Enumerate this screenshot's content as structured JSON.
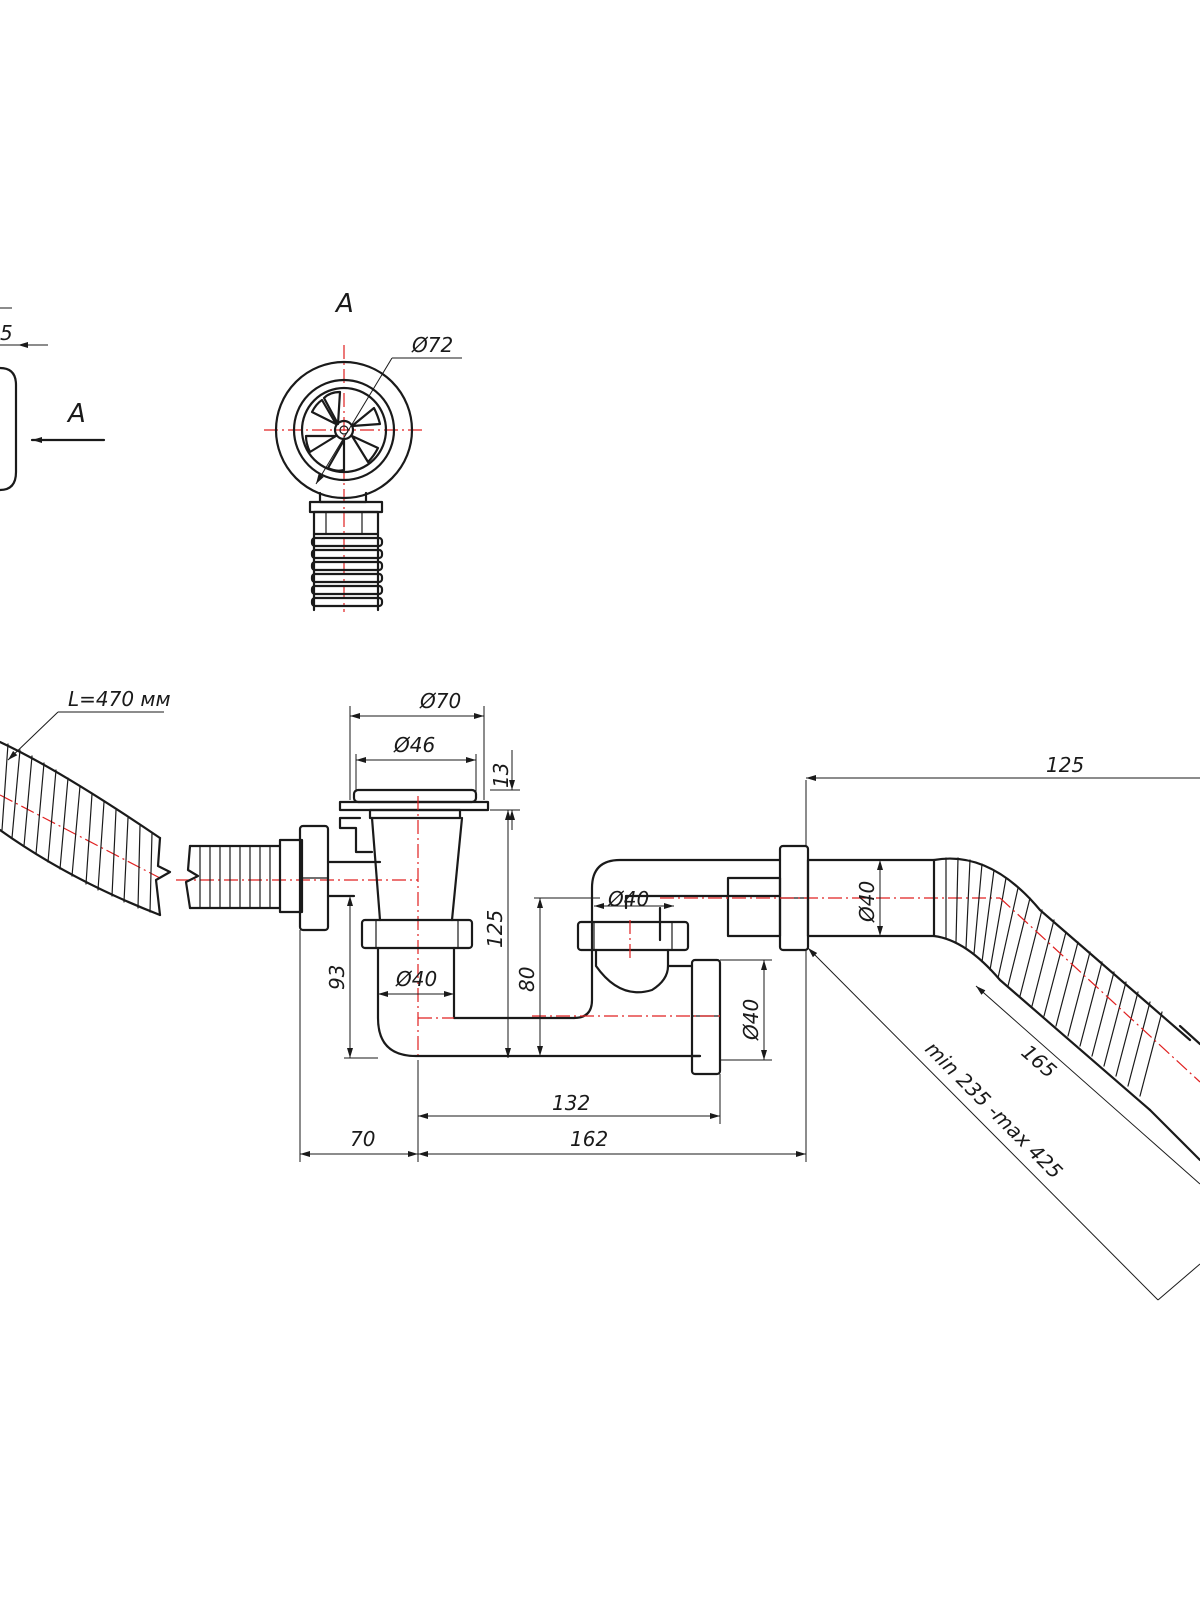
{
  "view_a": {
    "title": "A",
    "arrow_label": "A",
    "diameter_label": "Ø72",
    "left_fragment_label": "5"
  },
  "hose": {
    "length_label": "L=470 мм"
  },
  "drain": {
    "outer_diameter": "Ø70",
    "inner_diameter": "Ø46",
    "rim_height": "13",
    "outlet_diameter": "Ø40",
    "height_93": "93",
    "height_125": "125"
  },
  "trap": {
    "inlet_diameter": "Ø40",
    "height_80": "80",
    "side_outlet_diameter": "Ø40",
    "width_132": "132"
  },
  "overall": {
    "offset_70": "70",
    "width_162": "162"
  },
  "flex_outlet": {
    "diameter": "Ø40",
    "length_125": "125",
    "length_165": "165",
    "range_label": "min 235 -max 425"
  },
  "colors": {
    "line": "#1a1a1a",
    "axis": "#e02020",
    "background": "#ffffff"
  }
}
